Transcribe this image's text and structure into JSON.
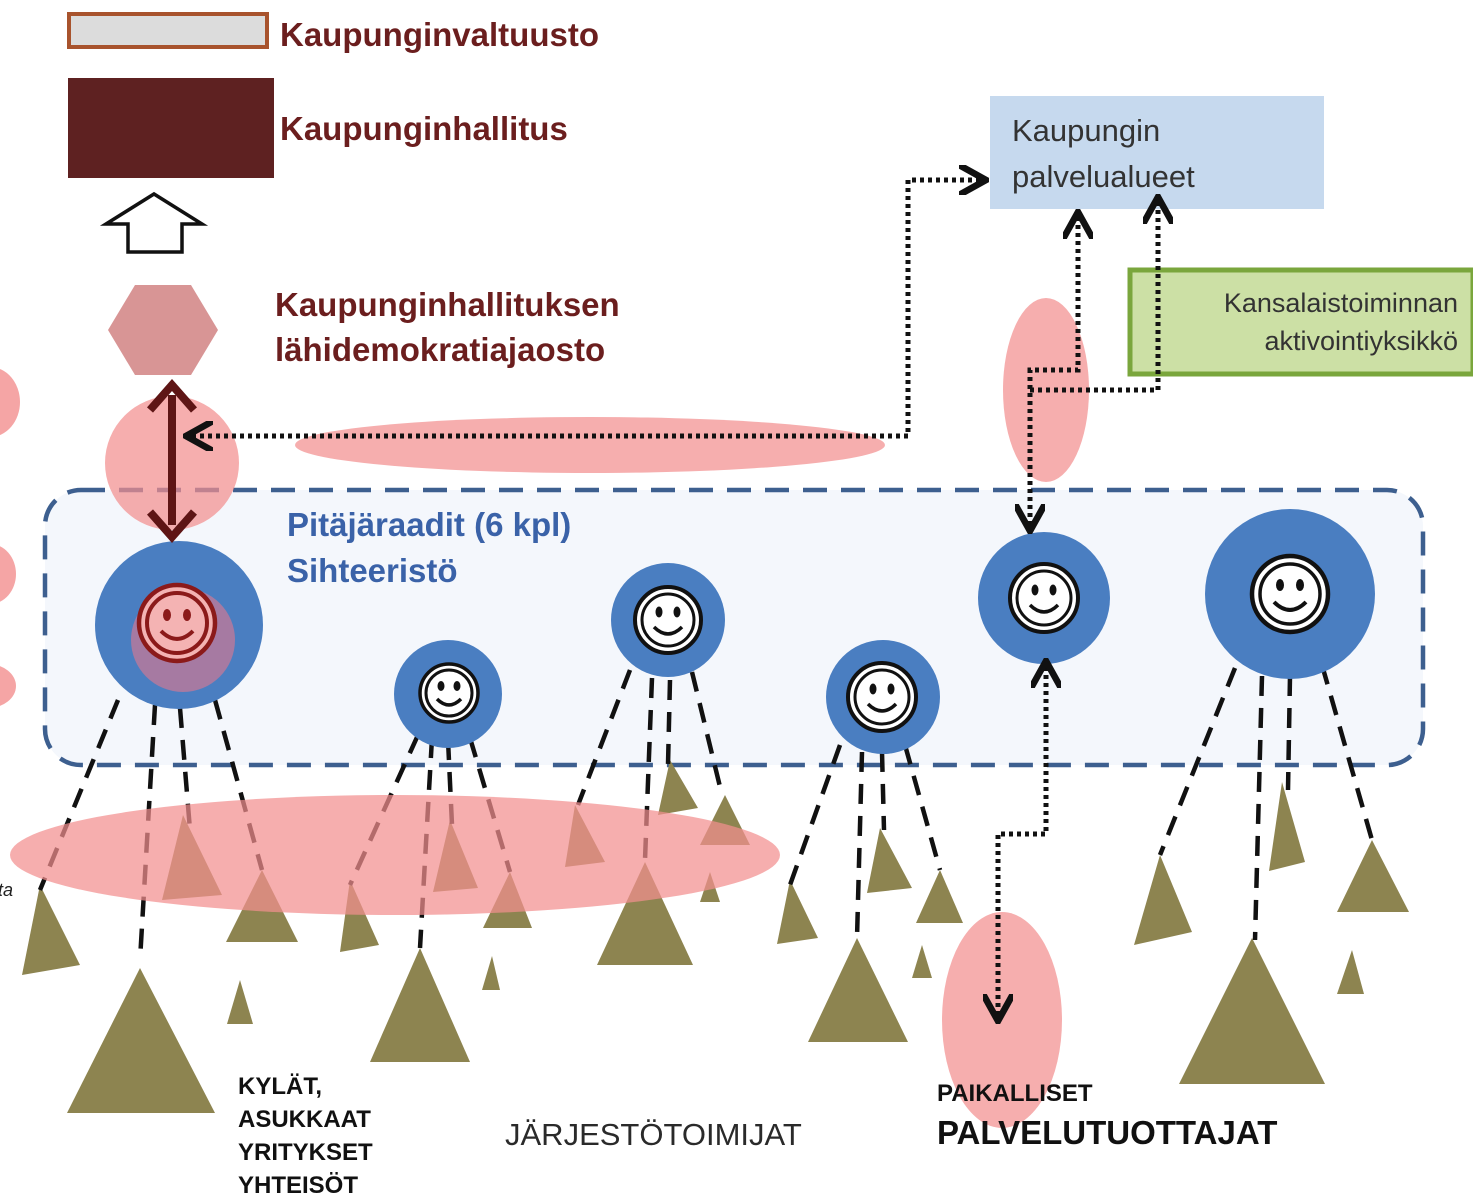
{
  "legend": {
    "council": "Kaupunginvaltuusto",
    "board": "Kaupunginhallitus",
    "section_line1": "Kaupunginhallituksen",
    "section_line2": "lähidemokratiajaosto"
  },
  "service_areas": {
    "line1": "Kaupungin",
    "line2": "palvelualueet"
  },
  "activation_unit": {
    "line1": "Kansalaistoiminnan",
    "line2": "aktivointiyksikkö"
  },
  "parish_councils": {
    "line1": "Pitäjäraadit (6 kpl)",
    "line2": "Sihteeristö"
  },
  "bottom_labels": {
    "villages": [
      "KYLÄT,",
      "ASUKKAAT",
      "YRITYKSET",
      "YHTEISÖT"
    ],
    "organizations": "JÄRJESTÖTOIMIJAT",
    "providers_line1": "PAIKALLISET",
    "providers_line2": "PALVELUTUOTTAJAT",
    "cut_edge_text": "ta"
  },
  "colors": {
    "maroon": "#5e2121",
    "maroon_text": "#6b1e1e",
    "council_border": "#a8532d",
    "council_fill": "#dcdcdc",
    "hexagon": "#d89595",
    "service_box": "#c6d9ee",
    "green_border": "#7aa63c",
    "green_fill": "#cce0a5",
    "panel_border": "#3d5f8f",
    "panel_fill": "#f4f7fc",
    "circle_blue": "#4a7ec1",
    "highlight_pink": "#f28f8f",
    "triangle_olive": "#8d8450"
  }
}
